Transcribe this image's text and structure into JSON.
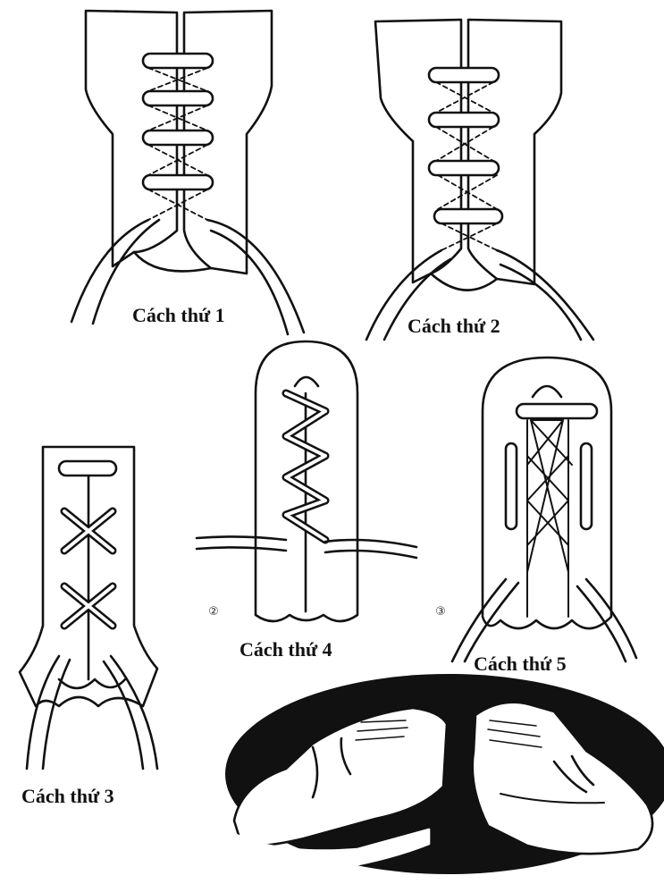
{
  "captions": {
    "method1": "Cách thứ 1",
    "method2": "Cách thứ 2",
    "method3": "Cách thứ 3",
    "method4": "Cách thứ 4",
    "method5": "Cách thứ 5"
  },
  "markers": {
    "method4_number": "②",
    "method5_number": "③"
  },
  "colors": {
    "ink": "#111111",
    "paper": "#ffffff"
  }
}
